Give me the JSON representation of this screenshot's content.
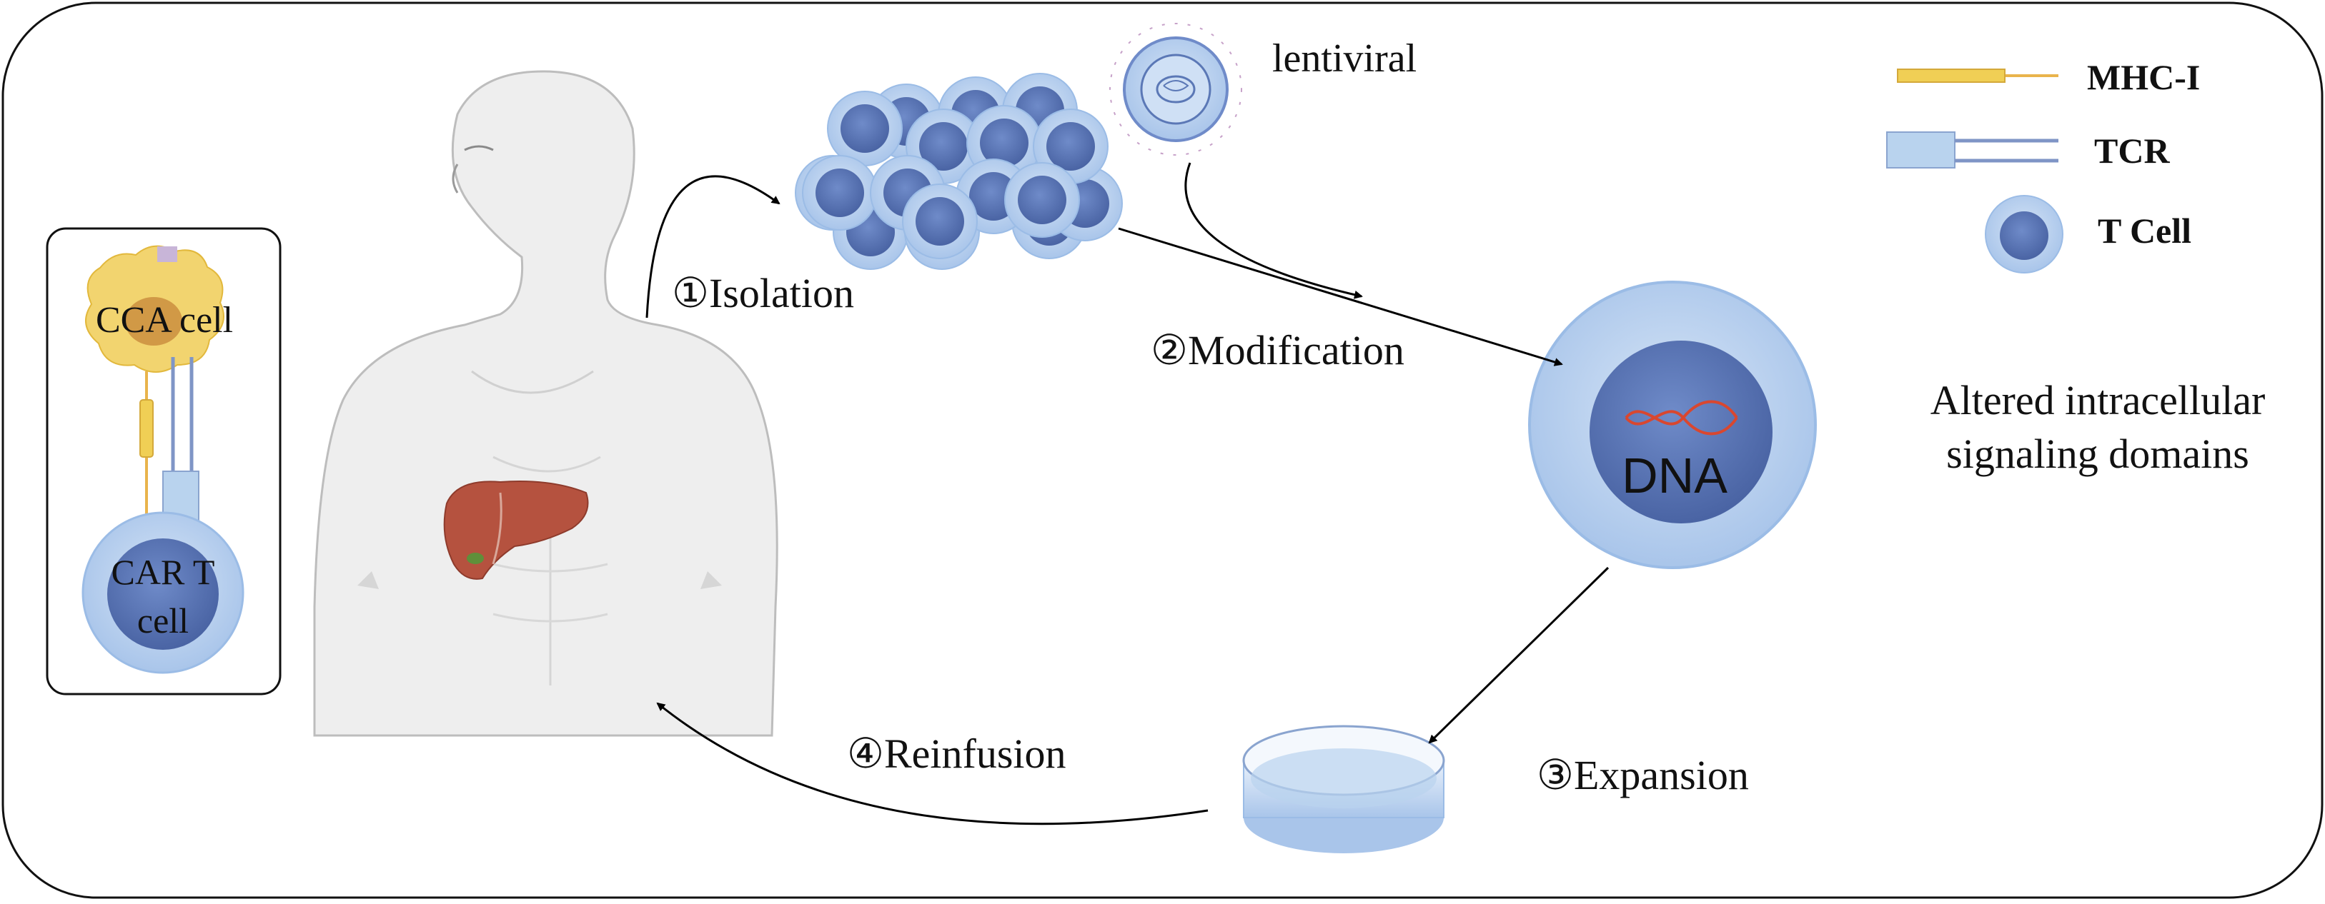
{
  "labels": {
    "cca_cell": "CCA cell",
    "car_t_line1": "CAR T",
    "car_t_line2": "cell",
    "lentiviral": "lentiviral",
    "step1": "①Isolation",
    "step2": "②Modification",
    "step3": "③Expansion",
    "step4": "④Reinfusion",
    "dna": "DNA",
    "altered_line1": "Altered intracellular",
    "altered_line2": "signaling domains"
  },
  "legend": {
    "items": [
      {
        "label": "MHC-I",
        "icon": "mhc-i-icon"
      },
      {
        "label": "TCR",
        "icon": "tcr-icon"
      },
      {
        "label": "T Cell",
        "icon": "t-cell-icon"
      }
    ]
  },
  "colors": {
    "cell_outer": "#b9d3ee",
    "cell_nucleus": "#5b78b6",
    "cca_cell": "#f2d46f",
    "liver": "#b5523f",
    "body": "#eeeeee",
    "mhc": "#e9c24c",
    "tcr": "#7f95c6"
  }
}
